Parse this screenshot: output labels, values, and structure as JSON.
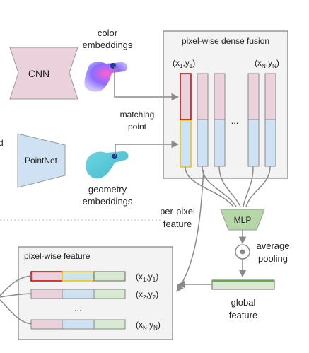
{
  "encoders": {
    "cnn_label": "CNN",
    "pointnet_label": "PointNet",
    "left_cut_text": "d"
  },
  "labels": {
    "color_embeddings": [
      "color",
      "embeddings"
    ],
    "geometry_embeddings": [
      "geometry",
      "embeddings"
    ],
    "matching_point": [
      "matching",
      "point"
    ],
    "per_pixel_feature": [
      "per-pixel",
      "feature"
    ],
    "average_pooling": [
      "average",
      "pooling"
    ],
    "global_feature": [
      "global",
      "feature"
    ],
    "mlp": "MLP"
  },
  "fusion_box": {
    "title": "pixel-wise dense fusion",
    "first_col": {
      "base": "(x",
      "sub1": "1",
      "mid": ",y",
      "sub2": "1",
      "end": ")"
    },
    "last_col": {
      "base": "(x",
      "sub1": "N",
      "mid": ",y",
      "sub2": "N",
      "end": ")"
    },
    "dots": "..."
  },
  "pixel_feature_box": {
    "title": "pixel-wise feature",
    "rows": [
      {
        "base": "(x",
        "sub1": "1",
        "mid": ",y",
        "sub2": "1",
        "end": ")"
      },
      {
        "base": "(x",
        "sub1": "2",
        "mid": ",y",
        "sub2": "2",
        "end": ")"
      },
      {
        "base": "(x",
        "sub1": "N",
        "mid": ",y",
        "sub2": "N",
        "end": ")"
      }
    ],
    "dots": "..."
  },
  "colors": {
    "encoder_pink": "#ead1dc",
    "encoder_blue": "#cfe2f3",
    "box_fill": "#f3f3f3",
    "box_border": "#7f7f7f",
    "highlight_red": "#cc0000",
    "highlight_yellow": "#e6c700",
    "global_green": "#d9ead3",
    "mlp_green": "#b6d7a8",
    "arrow_gray": "#8a8a8a"
  }
}
